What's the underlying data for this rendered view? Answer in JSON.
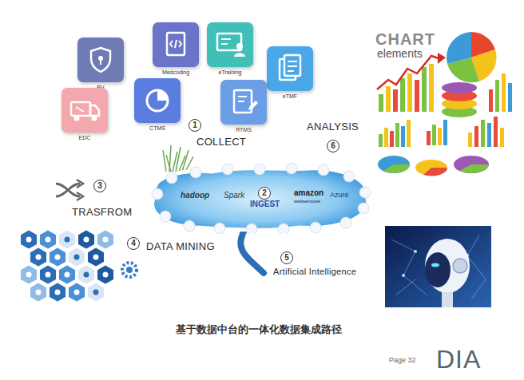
{
  "diagram": {
    "caption": "基于数据中台的一体化数据集成路径",
    "nodes": [
      {
        "text": [
          "PV"
        ]
      },
      {
        "text": [
          "Medcoding"
        ]
      },
      {
        "text": [
          "eTraining"
        ]
      },
      {
        "text": [
          "eTMF"
        ]
      },
      {
        "text": [
          "EDC"
        ]
      },
      {
        "text": [
          "CTMS"
        ]
      },
      {
        "text": [
          "RTMS"
        ]
      },
      {
        "text": [
          "INGEST"
        ]
      }
    ],
    "labels": [
      "1",
      "COLLECT",
      "2",
      "3",
      "TRASFROM",
      "4",
      "DATA MINING",
      "5",
      "Artificial Intelligence",
      "6",
      "ANALYSIS",
      "CHART",
      "elements",
      "hadoop",
      "Spark",
      "amazon",
      "webservices",
      "Azure",
      "Page 32",
      "DIA"
    ]
  }
}
